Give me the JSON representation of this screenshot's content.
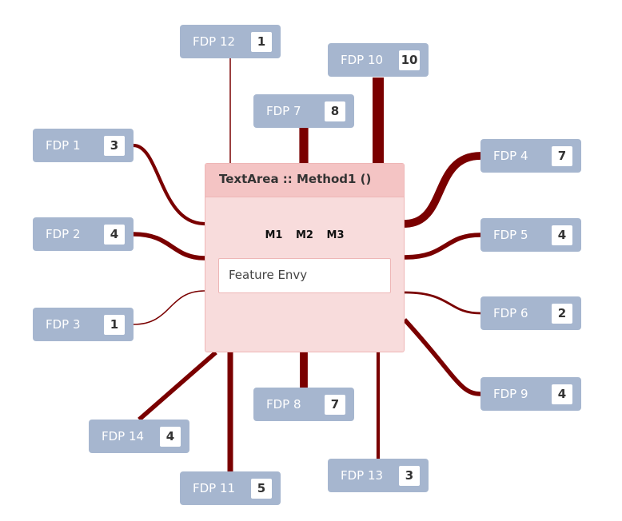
{
  "method": {
    "title": "TextArea :: Method1 ()",
    "metrics": [
      "M1",
      "M2",
      "M3"
    ],
    "smell": "Feature Envy"
  },
  "edge_color": "#7a0000",
  "node_color": "#a6b6cf",
  "fdps": [
    {
      "id": "fdp12",
      "label": "FDP 12",
      "value": 1
    },
    {
      "id": "fdp10",
      "label": "FDP 10",
      "value": 10
    },
    {
      "id": "fdp7",
      "label": "FDP 7",
      "value": 8
    },
    {
      "id": "fdp1",
      "label": "FDP 1",
      "value": 3
    },
    {
      "id": "fdp4",
      "label": "FDP 4",
      "value": 7
    },
    {
      "id": "fdp2",
      "label": "FDP 2",
      "value": 4
    },
    {
      "id": "fdp5",
      "label": "FDP 5",
      "value": 4
    },
    {
      "id": "fdp3",
      "label": "FDP 3",
      "value": 1
    },
    {
      "id": "fdp6",
      "label": "FDP 6",
      "value": 2
    },
    {
      "id": "fdp9",
      "label": "FDP 9",
      "value": 4
    },
    {
      "id": "fdp8",
      "label": "FDP 8",
      "value": 7
    },
    {
      "id": "fdp14",
      "label": "FDP 14",
      "value": 4
    },
    {
      "id": "fdp11",
      "label": "FDP 11",
      "value": 5
    },
    {
      "id": "fdp13",
      "label": "FDP 13",
      "value": 3
    }
  ]
}
